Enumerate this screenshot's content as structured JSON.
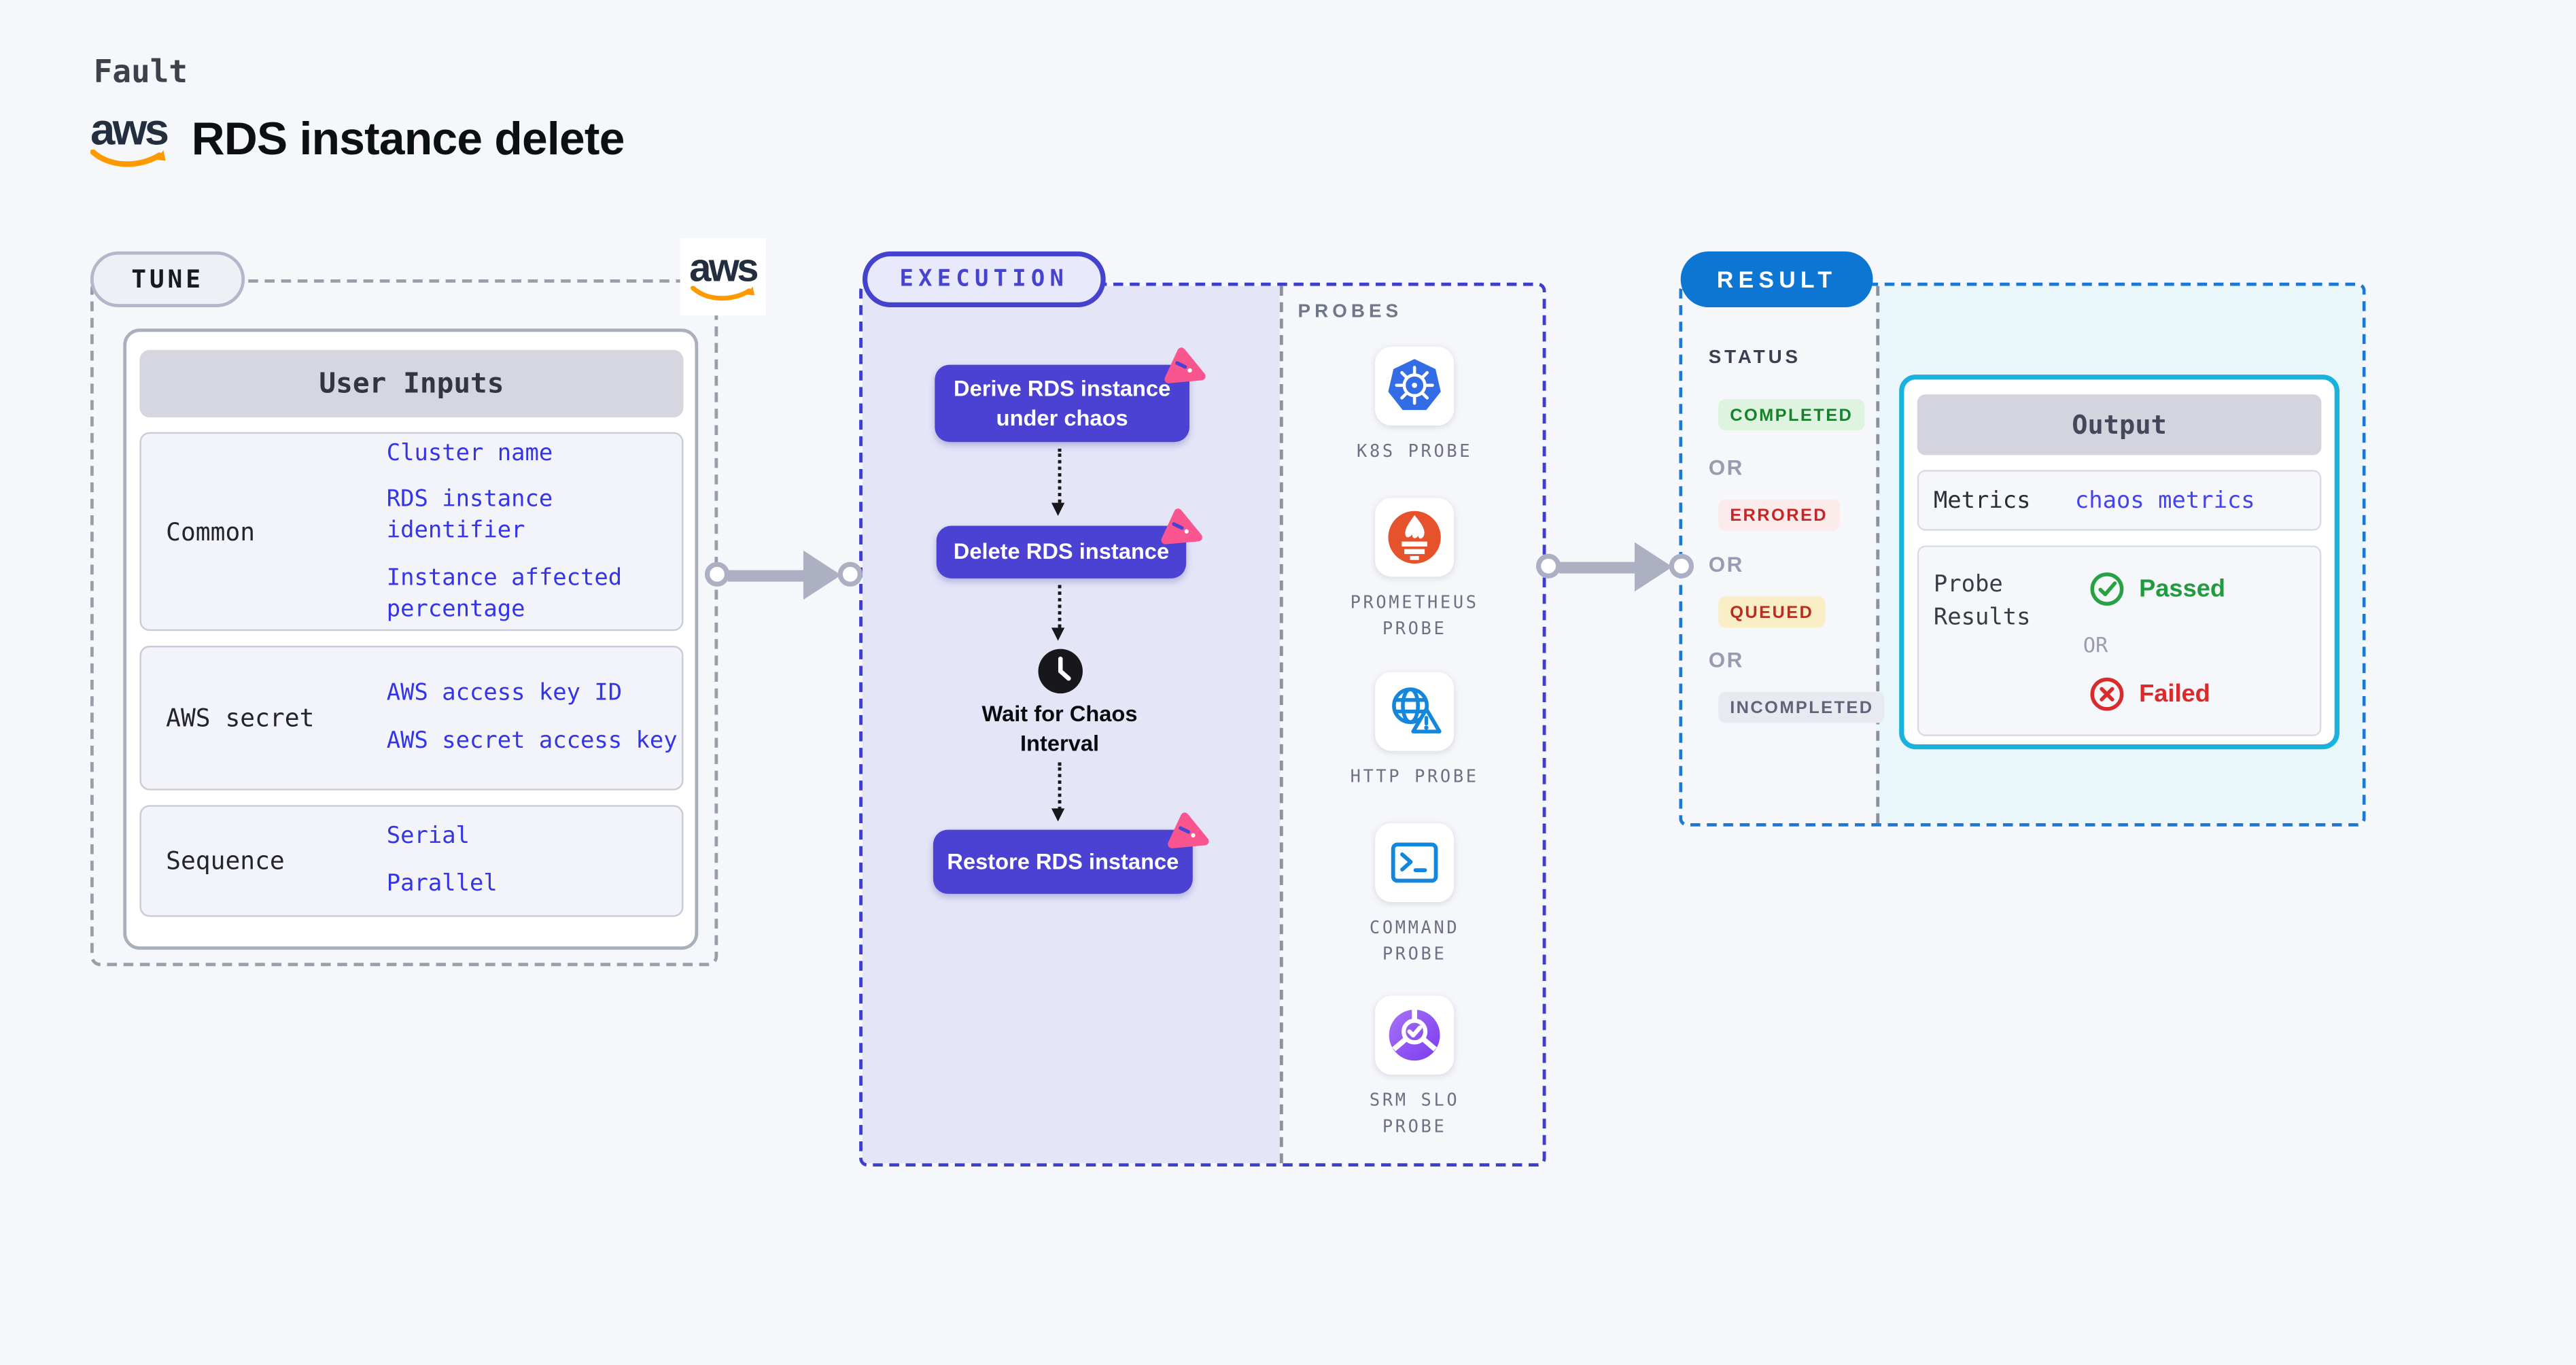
{
  "page": {
    "kicker": "Fault",
    "title": "RDS instance delete",
    "aws_logo_text": "aws"
  },
  "tune": {
    "badge": "TUNE",
    "table": {
      "header": "User Inputs",
      "rows": [
        {
          "label": "Common",
          "items": [
            "Cluster name",
            "RDS instance identifier",
            "Instance affected percentage"
          ]
        },
        {
          "label": "AWS secret",
          "items": [
            "AWS access key ID",
            "AWS secret access key"
          ]
        },
        {
          "label": "Sequence",
          "items": [
            "Serial",
            "Parallel"
          ]
        }
      ]
    }
  },
  "execution": {
    "badge": "EXECUTION",
    "steps": [
      "Derive RDS instance under chaos",
      "Delete RDS instance",
      "Restore RDS instance"
    ],
    "wait_label": "Wait for Chaos Interval"
  },
  "probes": {
    "label": "PROBES",
    "items": [
      {
        "name": "K8S PROBE",
        "icon": "kubernetes-icon"
      },
      {
        "name": "PROMETHEUS PROBE",
        "icon": "prometheus-icon"
      },
      {
        "name": "HTTP PROBE",
        "icon": "globe-alert-icon"
      },
      {
        "name": "COMMAND PROBE",
        "icon": "terminal-icon"
      },
      {
        "name": "SRM SLO PROBE",
        "icon": "slo-check-icon"
      }
    ]
  },
  "result": {
    "badge": "RESULT",
    "status_label": "STATUS",
    "or_label": "OR",
    "statuses": [
      {
        "label": "COMPLETED",
        "type": "success"
      },
      {
        "label": "ERRORED",
        "type": "error"
      },
      {
        "label": "QUEUED",
        "type": "warning"
      },
      {
        "label": "INCOMPLETED",
        "type": "neutral"
      }
    ],
    "output": {
      "header": "Output",
      "metrics_label": "Metrics",
      "metrics_link": "chaos metrics",
      "probe_results_label": "Probe Results",
      "passed_label": "Passed",
      "failed_label": "Failed",
      "or_label": "OR"
    }
  },
  "colors": {
    "accent_indigo": "#4b42d4",
    "accent_pink": "#f9558e",
    "result_blue": "#0d76d2",
    "output_border_cyan": "#19b2de",
    "link_blue": "#3434e8",
    "success_green": "#209b3d",
    "error_red": "#d92b2b",
    "k8s_blue": "#326de6",
    "prometheus_orange": "#e6522c",
    "probe_icon_blue": "#1487dc",
    "srm_purple": "#7a3bee",
    "aws_orange": "#ff9900"
  }
}
